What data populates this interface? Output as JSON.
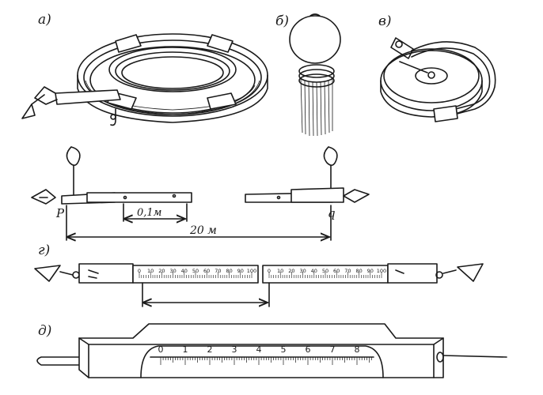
{
  "panel_labels": [
    "а)",
    "б)",
    "в)",
    "г)",
    "д)"
  ],
  "chain": {
    "point_left": "P",
    "point_right": "q",
    "segment_label": "0,1м",
    "total_label": "20 м"
  },
  "tape_g": {
    "scale_ticks": [
      "0",
      "10",
      "20",
      "30",
      "40",
      "50",
      "60",
      "70",
      "80",
      "90",
      "100"
    ]
  },
  "tape_d": {
    "scale_numbers": [
      "0",
      "1",
      "2",
      "3",
      "4",
      "5",
      "6",
      "7",
      "8"
    ]
  }
}
